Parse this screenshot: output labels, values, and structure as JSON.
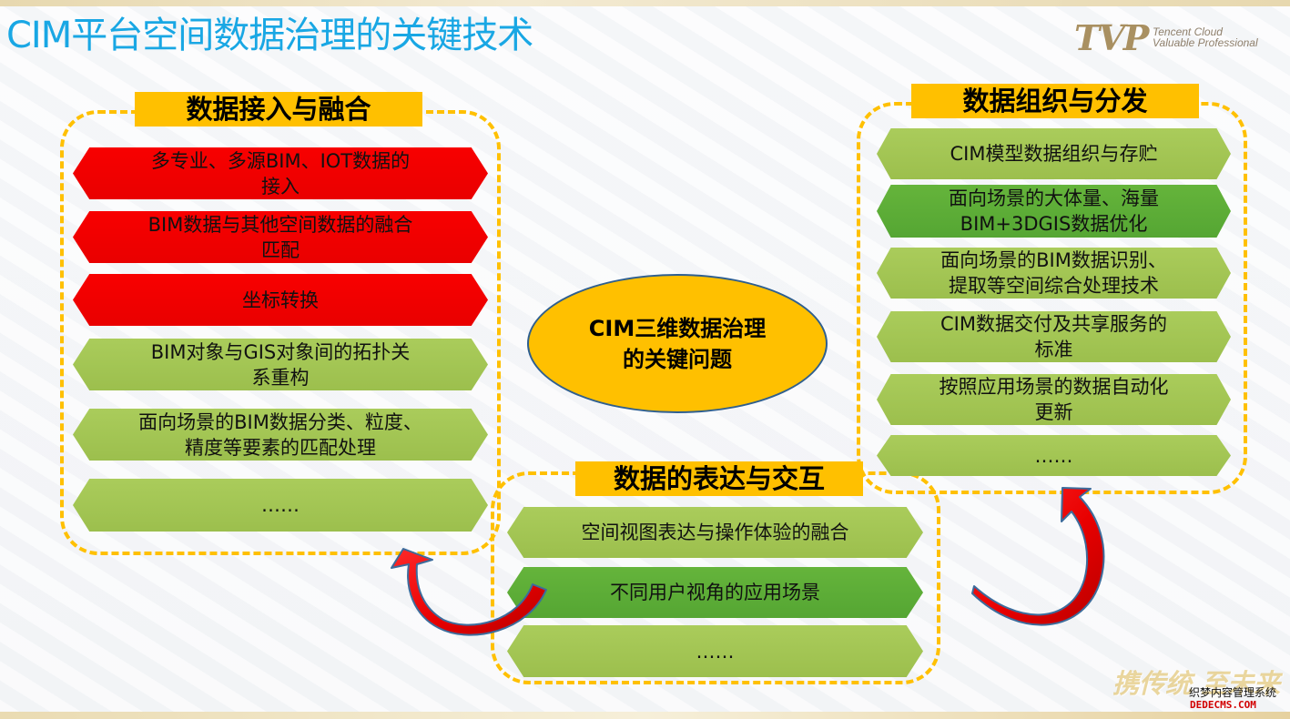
{
  "title": "CIM平台空间数据治理的关键技术",
  "logo": {
    "mark": "TVP",
    "line1": "Tencent Cloud",
    "line2": "Valuable Professional",
    "color": "#A99061"
  },
  "colors": {
    "title": "#19A7E4",
    "accent": "#FFC000",
    "red": "#F00000",
    "green": "#9BBB59",
    "dark_green": "#5CAD37"
  },
  "center": {
    "label": "CIM三维数据治理\n的关键问题"
  },
  "sections": {
    "left": {
      "title": "数据接入与融合",
      "items": [
        {
          "label": "多专业、多源BIM、IOT数据的\n接入",
          "style": "red"
        },
        {
          "label": "BIM数据与其他空间数据的融合\n匹配",
          "style": "red"
        },
        {
          "label": "坐标转换",
          "style": "red"
        },
        {
          "label": "BIM对象与GIS对象间的拓扑关\n系重构",
          "style": "green"
        },
        {
          "label": "面向场景的BIM数据分类、粒度、\n精度等要素的匹配处理",
          "style": "green"
        },
        {
          "label": "……",
          "style": "green"
        }
      ]
    },
    "right": {
      "title": "数据组织与分发",
      "items": [
        {
          "label": "CIM模型数据组织与存贮",
          "style": "green"
        },
        {
          "label": "面向场景的大体量、海量\nBIM+3DGIS数据优化",
          "style": "dark"
        },
        {
          "label": "面向场景的BIM数据识别、\n提取等空间综合处理技术",
          "style": "green"
        },
        {
          "label": "CIM数据交付及共享服务的\n标准",
          "style": "green"
        },
        {
          "label": "按照应用场景的数据自动化\n更新",
          "style": "green"
        },
        {
          "label": "……",
          "style": "green"
        }
      ]
    },
    "bottom": {
      "title": "数据的表达与交互",
      "items": [
        {
          "label": "空间视图表达与操作体验的融合",
          "style": "green"
        },
        {
          "label": "不同用户视角的应用场景",
          "style": "dark"
        },
        {
          "label": "……",
          "style": "green"
        }
      ]
    }
  },
  "watermark": {
    "main": "携传统 至未来",
    "small": "织梦内容管理系统",
    "domain": "DEDECMS.COM"
  }
}
